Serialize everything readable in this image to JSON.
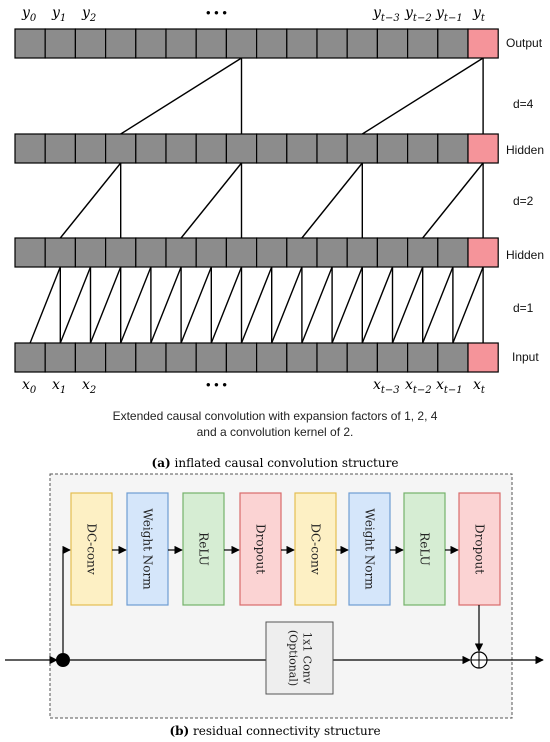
{
  "part_a": {
    "layers": [
      {
        "label": "Output",
        "dilation": "d=4"
      },
      {
        "label": "Hidden",
        "dilation": "d=2"
      },
      {
        "label": "Hidden",
        "dilation": "d=1"
      },
      {
        "label": "Input"
      }
    ],
    "output_labels": [
      "y0",
      "y1",
      "y2",
      "yt−3",
      "yt−2",
      "yt−1",
      "yt"
    ],
    "input_labels": [
      "x0",
      "x1",
      "x2",
      "xt−3",
      "xt−2",
      "xt−1",
      "xt"
    ],
    "ellipsis": "• • •",
    "description_line1": "Extended causal convolution with expansion factors of 1, 2, 4",
    "description_line2": "and a convolution kernel of 2.",
    "caption_tag": "(a)",
    "caption_text": " inflated causal convolution   structure",
    "colors": {
      "cell": "#8c8c8c",
      "highlight": "#f5949a"
    }
  },
  "part_b": {
    "blocks": [
      {
        "label": "DC-conv",
        "fill": "#fdf0c4",
        "stroke": "#e4bd52"
      },
      {
        "label": "Weight Norm",
        "fill": "#d5e6fa",
        "stroke": "#6e9cd3"
      },
      {
        "label": "ReLU",
        "fill": "#d6edd3",
        "stroke": "#74b26a"
      },
      {
        "label": "Dropout",
        "fill": "#fbd3d3",
        "stroke": "#d86b6b"
      },
      {
        "label": "DC-conv",
        "fill": "#fdf0c4",
        "stroke": "#e4bd52"
      },
      {
        "label": "Weight Norm",
        "fill": "#d5e6fa",
        "stroke": "#6e9cd3"
      },
      {
        "label": "ReLU",
        "fill": "#d6edd3",
        "stroke": "#74b26a"
      },
      {
        "label": "Dropout",
        "fill": "#fbd3d3",
        "stroke": "#d86b6b"
      }
    ],
    "optional_conv_line1": "1x1 Conv",
    "optional_conv_line2": "(Optional)",
    "caption_tag": "(b)",
    "caption_text": " residual connectivity structure"
  }
}
